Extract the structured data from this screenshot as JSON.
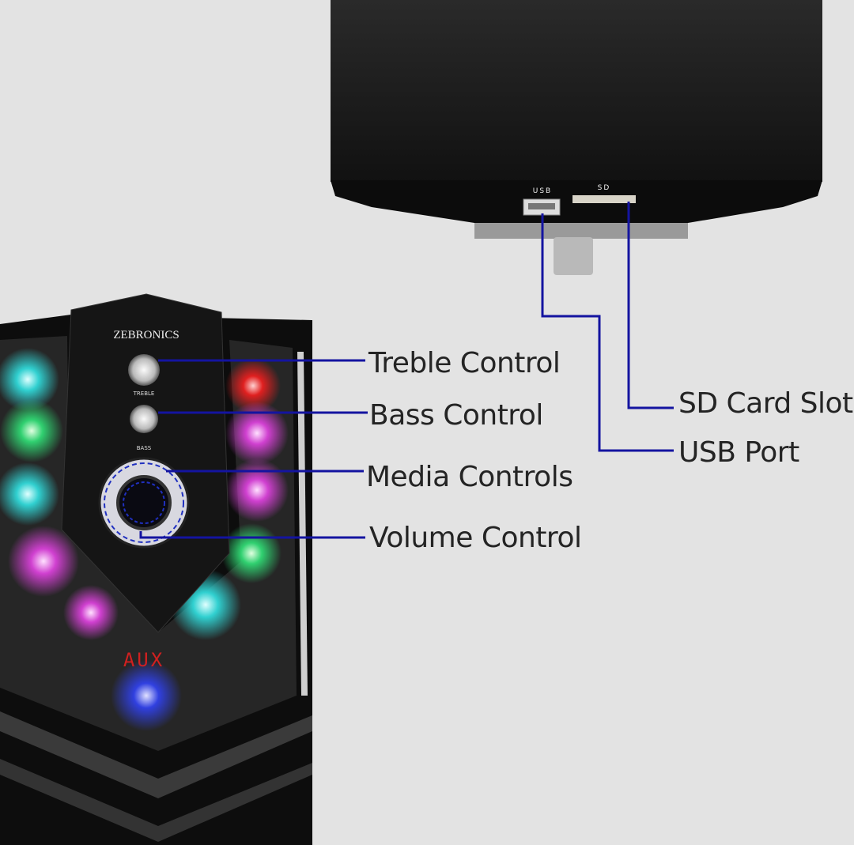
{
  "product": {
    "brand": "ZEBRONICS",
    "treble_marking": "TREBLE",
    "bass_marking": "BASS",
    "display_text": "AUX",
    "usb_marking": "USB",
    "sd_marking": "SD"
  },
  "callouts": {
    "treble": "Treble Control",
    "bass": "Bass Control",
    "media": "Media Controls",
    "volume": "Volume Control",
    "sd": "SD Card Slot",
    "usb": "USB Port"
  },
  "colors": {
    "leader_line": "#1414a0",
    "background": "#e3e3e3"
  }
}
